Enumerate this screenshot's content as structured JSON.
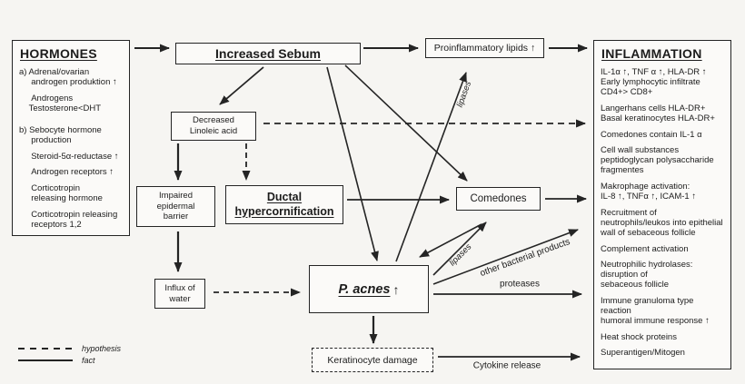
{
  "figure": {
    "description": "Acne pathogenesis flow diagram"
  },
  "boxes": {
    "hormones": {
      "title": "HORMONES",
      "items": [
        "a) Adrenal/ovarian\n     androgen produktion ↑",
        "     Androgens\n    Testosterone<DHT",
        "b) Sebocyte hormone\n     production",
        "     Steroid-5α-reductase ↑",
        "     Androgen receptors ↑",
        "     Corticotropin\n     releasing hormone",
        "     Corticotropin releasing\n     receptors 1,2"
      ]
    },
    "increased_sebum": "Increased Sebum",
    "proinflammatory_lipids": "Proinflammatory lipids ↑",
    "decreased_linoleic": "Decreased\nLinoleic acid",
    "impaired_barrier": "Impaired\nepidermal\nbarrier",
    "ductal_hyper": "Ductal\nhypercornification",
    "influx_water": "Influx of\nwater",
    "p_acnes": "P. acnes",
    "p_acnes_up": "↑",
    "comedones": "Comedones",
    "keratinocyte_damage": "Keratinocyte damage",
    "inflammation": {
      "title": "INFLAMMATION",
      "items": [
        "IL-1α ↑, TNF α ↑, HLA-DR ↑\nEarly lymphocytic infiltrate\nCD4+> CD8+",
        "Langerhans cells HLA-DR+\nBasal keratinocytes HLA-DR+",
        "Comedones contain IL-1 α",
        "Cell wall substances\npeptidoglycan polysaccharide\nfragmentes",
        "Makrophage activation:\nIL-8 ↑, TNFα ↑, ICAM-1 ↑",
        "Recruitment of\nneutrophils/leukos into epithelial\nwall of sebaceous follicle",
        "Complement activation",
        "Neutrophilic hydrolases:\ndisruption of\nsebaceous follicle",
        "Immune granuloma type\nreaction\nhumoral immune response ↑",
        "Heat shock proteins",
        "Superantigen/Mitogen"
      ]
    }
  },
  "arrow_labels": {
    "lipases_top": "lipases",
    "lipases_mid": "lipases",
    "other_bacterial_products": "other bacterial products",
    "proteases": "proteases",
    "cytokine_release": "Cytokine release"
  },
  "legend": {
    "hypothesis": "hypothesis",
    "fact": "fact"
  },
  "colors": {
    "ink": "#242424",
    "background": "#f6f5f2",
    "box_fill": "#fbfaf8"
  }
}
